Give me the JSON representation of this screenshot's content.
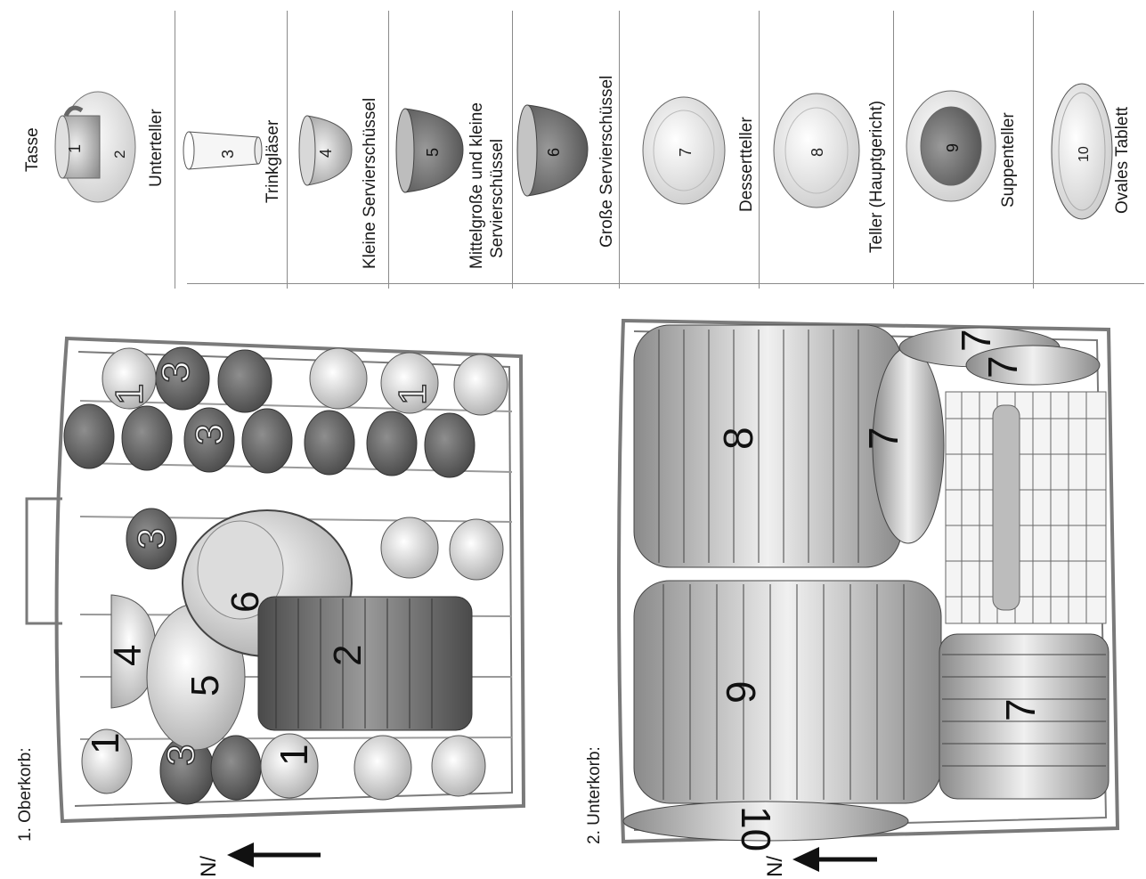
{
  "sections": {
    "upper": "1. Oberkorb:",
    "lower": "2. Unterkorb:",
    "direction_mark": "N/"
  },
  "legend": [
    {
      "num": "1",
      "num2": "2",
      "label": "Tasse"
    },
    {
      "label": "Unterteller"
    },
    {
      "num": "3",
      "label": "Trinkgläser"
    },
    {
      "num": "4",
      "label": "Kleine Servierschüssel"
    },
    {
      "num": "5",
      "line1": "Mittelgroße und kleine",
      "line2": "Servierschüssel"
    },
    {
      "num": "6",
      "label": "Große Servierschüssel"
    },
    {
      "num": "7",
      "label": "Dessertteller"
    },
    {
      "num": "8",
      "label": "Teller (Hauptgericht)"
    },
    {
      "num": "9",
      "label": "Suppenteller"
    },
    {
      "num": "10",
      "label": "Ovales Tablett"
    }
  ],
  "upper_labels": [
    "1",
    "3",
    "3",
    "1",
    "3",
    "6",
    "4",
    "5",
    "2",
    "1",
    "3",
    "1"
  ],
  "lower_labels": [
    "8",
    "7",
    "7",
    "7",
    "9",
    "7",
    "10"
  ]
}
